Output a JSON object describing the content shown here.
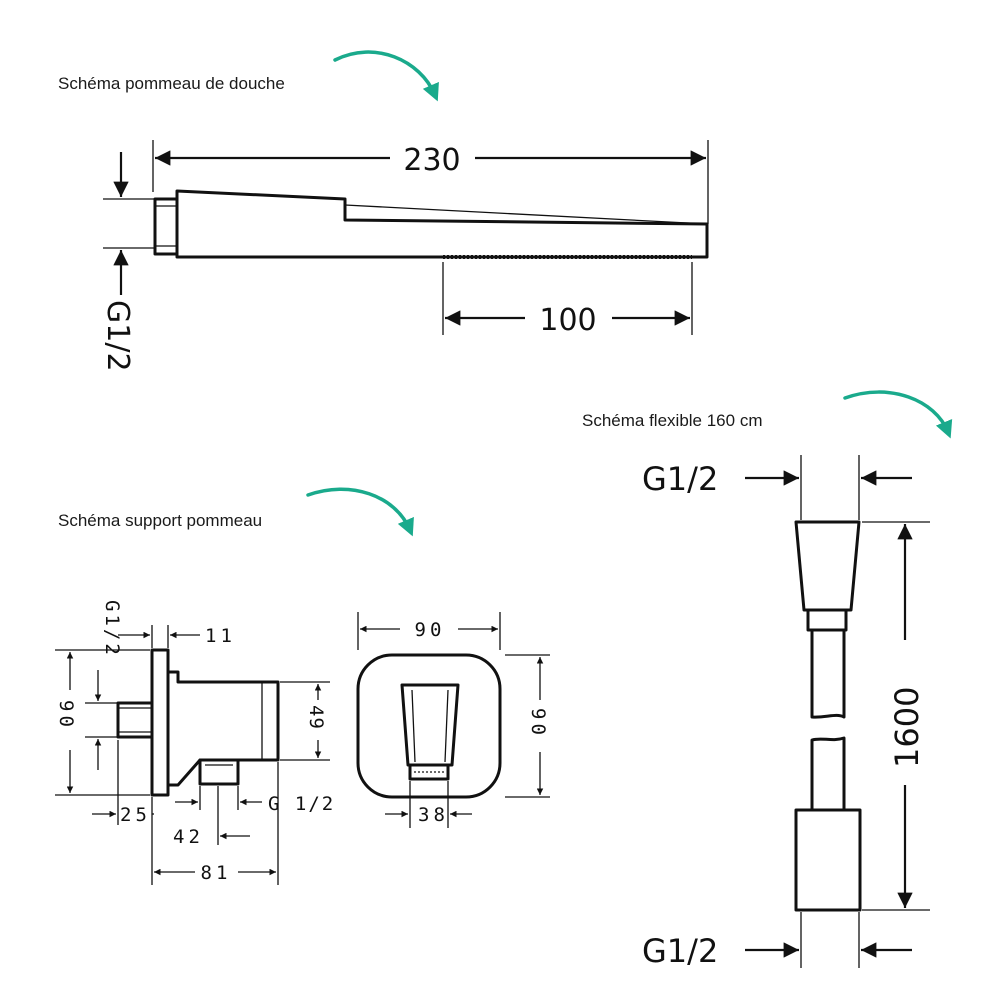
{
  "sections": {
    "shower_head": {
      "title": "Schéma pommeau de douche",
      "dims": {
        "length": "230",
        "spray": "100",
        "thread": "G1/2"
      }
    },
    "holder": {
      "title": "Schéma support pommeau",
      "dims": {
        "thread_top": "G1/2",
        "width_top": "11",
        "height_left": "90",
        "height_right_inner": "49",
        "d25": "25",
        "d42": "42",
        "d81": "81",
        "thread_bottom": "G  1/2",
        "front_width": "90",
        "front_height": "90",
        "front_outlet": "38"
      }
    },
    "hose": {
      "title": "Schéma flexible 160 cm",
      "dims": {
        "thread_top": "G1/2",
        "length": "1600",
        "thread_bottom": "G1/2"
      }
    }
  },
  "colors": {
    "accent": "#1aaa8c",
    "ink": "#111111"
  }
}
